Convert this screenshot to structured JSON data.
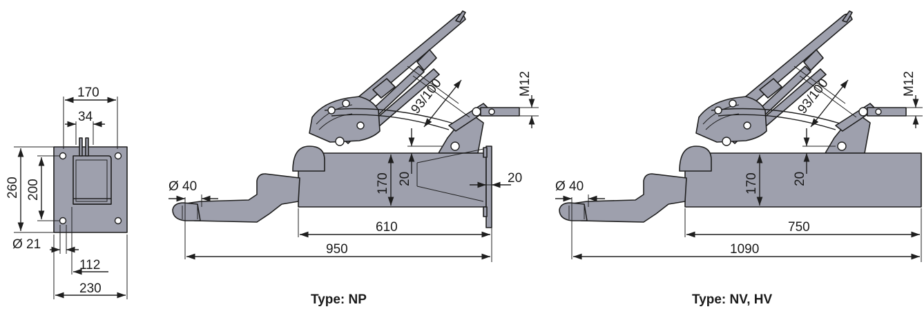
{
  "flange_view": {
    "width_top": "170",
    "inner_width": "34",
    "height_outer": "260",
    "height_inner": "200",
    "hole_diameter": "Ø 21",
    "offset_bottom": "112",
    "width_bottom": "230"
  },
  "type_np": {
    "caption": "Type: NP",
    "ball_diameter": "Ø 40",
    "body_height": "170",
    "offset_20_left": "20",
    "offset_20_right": "20",
    "stroke": "93/100",
    "thread": "M12",
    "length_body": "610",
    "length_total": "950"
  },
  "type_nv": {
    "caption": "Type: NV, HV",
    "ball_diameter": "Ø 40",
    "body_height": "170",
    "offset_20": "20",
    "stroke": "93/100",
    "thread": "M12",
    "length_body": "750",
    "length_total": "1090"
  },
  "colors": {
    "body_fill": "#9ea0ad",
    "line": "#1e1e1e"
  }
}
